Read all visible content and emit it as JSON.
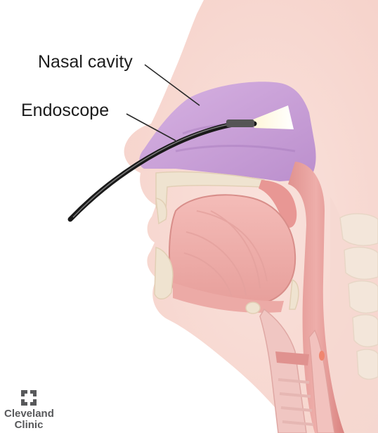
{
  "labels": {
    "nasal_cavity": "Nasal cavity",
    "endoscope": "Endoscope"
  },
  "logo": {
    "line1": "Cleveland",
    "line2": "Clinic",
    "icon": "cleveland-clinic-cross-icon"
  },
  "colors": {
    "skin": "#f8ddd6",
    "nasal_cavity": "#c8a0d6",
    "tissue": "#e39c99",
    "muscle": "#f1b4b1",
    "bone": "#efe3d0",
    "endoscope": "#1a1a1a",
    "logo_gray": "#58595b"
  }
}
